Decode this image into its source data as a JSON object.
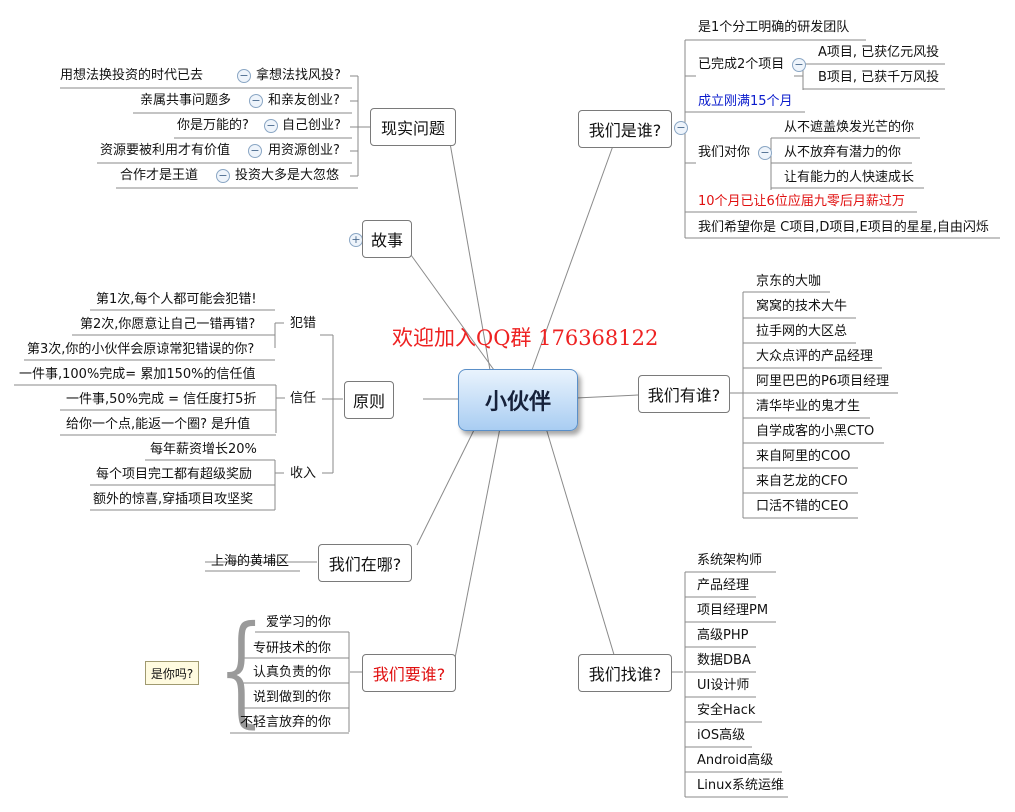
{
  "center": "小伙伴",
  "watermark": "欢迎加入QQ群 176368122",
  "reality": {
    "label": "现实问题",
    "items": [
      {
        "left": "用想法换投资的时代已去",
        "right": "拿想法找风投?"
      },
      {
        "left": "亲属共事问题多",
        "right": "和亲友创业?"
      },
      {
        "left": "你是万能的?",
        "right": "自己创业?"
      },
      {
        "left": "资源要被利用才有价值",
        "right": "用资源创业?"
      },
      {
        "left": "合作才是王道",
        "right": "投资大多是大忽悠"
      }
    ]
  },
  "story": {
    "label": "故事"
  },
  "principles": {
    "label": "原则",
    "groups": [
      {
        "label": "犯错",
        "items": [
          "第1次,每个人都可能会犯错!",
          "第2次,你愿意让自己一错再错?",
          "第3次,你的小伙伴会原谅常犯错误的你?"
        ]
      },
      {
        "label": "信任",
        "items": [
          "一件事,100%完成= 累加150%的信任值",
          "一件事,50%完成 = 信任度打5折",
          "给你一个点,能返一个圈? 是升值"
        ]
      },
      {
        "label": "收入",
        "items": [
          "每年薪资增长20%",
          "每个项目完工都有超级奖励",
          "额外的惊喜,穿插项目攻坚奖"
        ]
      }
    ]
  },
  "where": {
    "label": "我们在哪?",
    "items": [
      "上海的黄埔区"
    ]
  },
  "want": {
    "label": "我们要谁?",
    "note": "是你吗?",
    "items": [
      "爱学习的你",
      "专研技术的你",
      "认真负责的你",
      "说到做到的你",
      "不轻言放弃的你"
    ]
  },
  "who": {
    "label": "我们是谁?",
    "items": {
      "team": "是1个分工明确的研发团队",
      "done": "已完成2个项目",
      "project_a": "A项目, 已获亿元风投",
      "project_b": "B项目, 已获千万风投",
      "months": "成立刚满15个月",
      "attitude": "我们对你",
      "att1": "从不遮盖焕发光芒的你",
      "att2": "从不放弃有潜力的你",
      "att3": "让有能力的人快速成长",
      "salary": "10个月已让6位应届九零后月薪过万",
      "hope": "我们希望你是 C项目,D项目,E项目的星星,自由闪烁"
    }
  },
  "have": {
    "label": "我们有谁?",
    "items": [
      "京东的大咖",
      "窝窝的技术大牛",
      "拉手网的大区总",
      "大众点评的产品经理",
      "阿里巴巴的P6项目经理",
      "清华毕业的鬼才生",
      "自学成客的小黑CTO",
      "来自阿里的COO",
      "来自艺龙的CFO",
      "口活不错的CEO"
    ]
  },
  "seek": {
    "label": "我们找谁?",
    "items": [
      "系统架构师",
      "产品经理",
      "项目经理PM",
      "高级PHP",
      "数据DBA",
      "UI设计师",
      "安全Hack",
      "iOS高级",
      "Android高级",
      "Linux系统运维"
    ]
  },
  "colors": {
    "branch": "#8a8a8a",
    "blue_text": "#0a1bcc",
    "red_text": "#e01010",
    "center_fill": "#a9cdf2"
  }
}
